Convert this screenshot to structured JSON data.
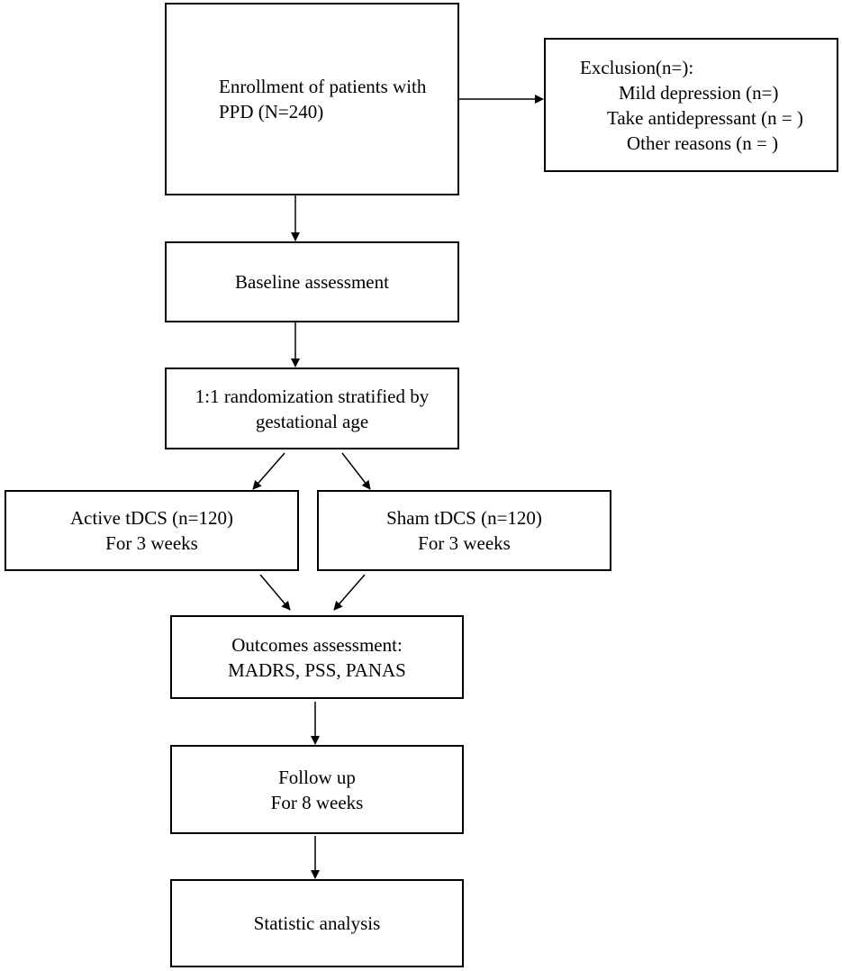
{
  "enrollment": {
    "lines": [
      "Enrollment of patients with",
      "PPD (N=240)"
    ]
  },
  "exclusion": {
    "lines": [
      "Exclusion(n=):",
      "Mild depression (n=)",
      "Take antidepressant (n = )",
      "Other reasons (n = )"
    ]
  },
  "baseline": {
    "lines": [
      "Baseline assessment"
    ]
  },
  "randomization": {
    "lines": [
      "1:1 randomization stratified by",
      "gestational age"
    ]
  },
  "active": {
    "lines": [
      "Active tDCS (n=120)",
      "For 3 weeks"
    ]
  },
  "sham": {
    "lines": [
      "Sham tDCS (n=120)",
      "For 3 weeks"
    ]
  },
  "outcomes": {
    "lines": [
      "Outcomes assessment:",
      "MADRS, PSS, PANAS"
    ]
  },
  "followup": {
    "lines": [
      "Follow up",
      "For 8 weeks"
    ]
  },
  "statistic": {
    "lines": [
      "Statistic analysis"
    ]
  },
  "colors": {
    "stroke": "#000000",
    "background": "#ffffff"
  }
}
